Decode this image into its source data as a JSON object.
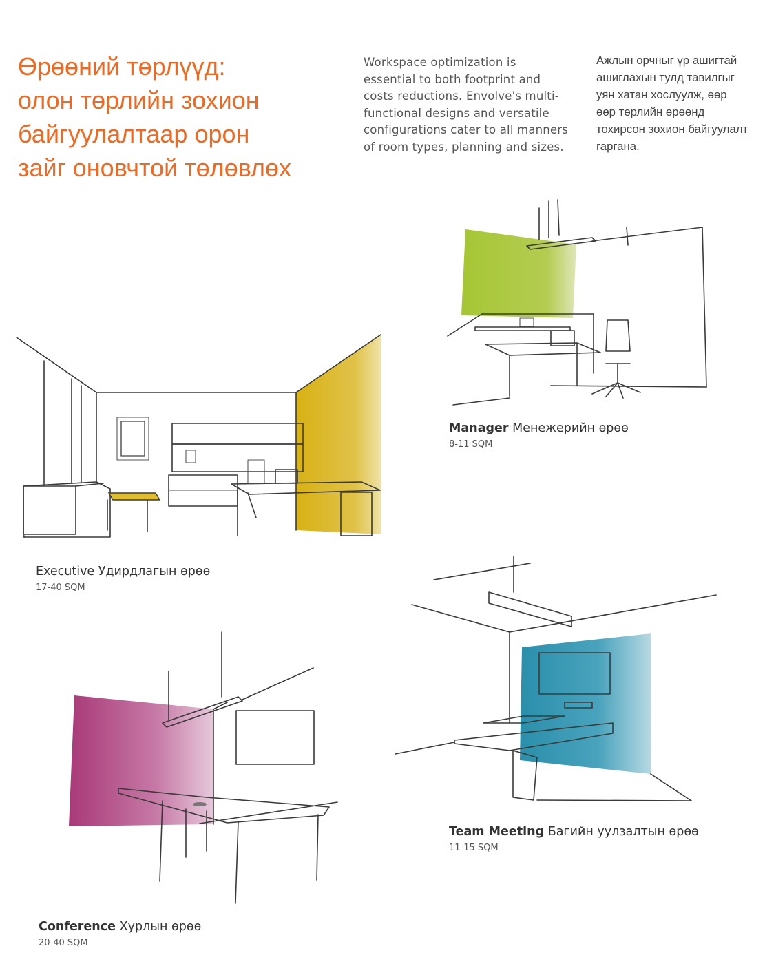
{
  "headline": {
    "lines": [
      "Өрөөний төрлүүд:",
      "олон төрлийн зохион",
      "байгуулалтаар орон",
      "зайг оновчтой төлөвлөх"
    ]
  },
  "intro_en": {
    "lines": [
      "Workspace optimization is",
      "essential to both footprint and",
      "costs reductions.  Envolve's multi-",
      "functional designs and versatile",
      "configurations cater to all manners",
      "of room types, planning and sizes."
    ]
  },
  "intro_mn": {
    "lines": [
      "Ажлын орчныг үр ашигтай",
      "ашиглахын тулд тавилгыг",
      "уян хатан хослуулж, өөр",
      "өөр төрлийн өрөөнд",
      "тохирсон зохион байгуулалт",
      "гаргана."
    ]
  },
  "rooms": [
    {
      "en": "Manager",
      "mn": "Менежерийн өрөө",
      "area": "8-11 SQM",
      "accent": "#a9c63a"
    },
    {
      "en": "Executive",
      "mn": "Удирдлагын өрөө",
      "area": "17-40 SQM",
      "accent": "#d9b420"
    },
    {
      "en": "Team Meeting",
      "mn": "Багийн уулзалтын өрөө",
      "area": "11-15 SQM",
      "accent": "#2a8fab"
    },
    {
      "en": "Conference",
      "mn": "Хурлын өрөө",
      "area": "20-40 SQM",
      "accent": "#a83a7c"
    }
  ],
  "colors": {
    "headline": "#ec6a24",
    "line_art": "#3a3a3a"
  }
}
